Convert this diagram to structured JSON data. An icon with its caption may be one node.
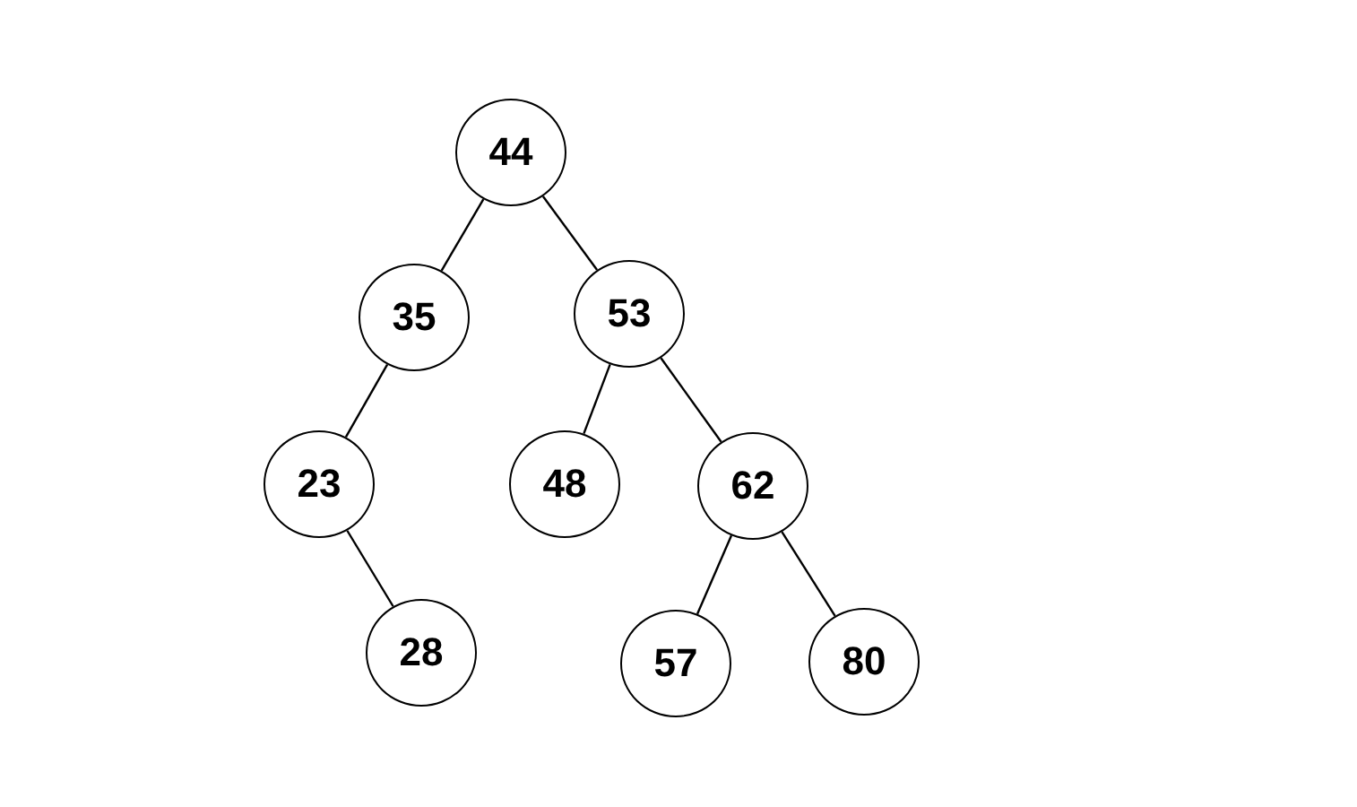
{
  "diagram": {
    "nodes": [
      {
        "text": [
          "44"
        ]
      },
      {
        "text": [
          "35"
        ]
      },
      {
        "text": [
          "53"
        ]
      },
      {
        "text": [
          "23"
        ]
      },
      {
        "text": [
          "48"
        ]
      },
      {
        "text": [
          "62"
        ]
      },
      {
        "text": [
          "28"
        ]
      },
      {
        "text": [
          "57"
        ]
      },
      {
        "text": [
          "80"
        ]
      }
    ],
    "edges": [
      {
        "from": 0,
        "to": 1,
        "arrow": "none"
      },
      {
        "from": 0,
        "to": 2,
        "arrow": "none"
      },
      {
        "from": 1,
        "to": 3,
        "arrow": "none"
      },
      {
        "from": 3,
        "to": 6,
        "arrow": "none"
      },
      {
        "from": 2,
        "to": 4,
        "arrow": "none"
      },
      {
        "from": 2,
        "to": 5,
        "arrow": "none"
      },
      {
        "from": 5,
        "to": 7,
        "arrow": "none"
      },
      {
        "from": 5,
        "to": 8,
        "arrow": "none"
      }
    ]
  }
}
